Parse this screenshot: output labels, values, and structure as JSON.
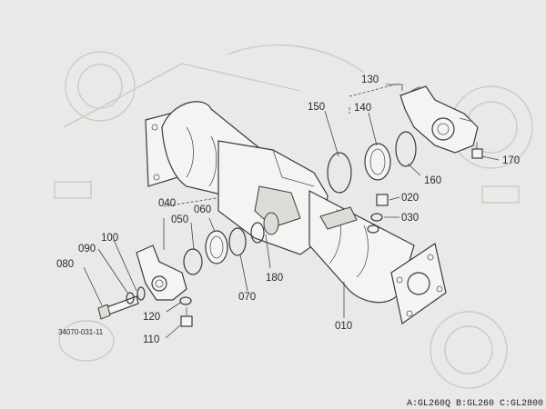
{
  "figure": {
    "id": "34070-031-11",
    "model_note": "A:GL260Q B:GL260 C:GL2800"
  },
  "parts": [
    {
      "key": "p130",
      "label": "130"
    },
    {
      "key": "p150",
      "label": "150"
    },
    {
      "key": "p140",
      "label": "140"
    },
    {
      "key": "p160",
      "label": "160"
    },
    {
      "key": "p170",
      "label": "170"
    },
    {
      "key": "p020",
      "label": "020"
    },
    {
      "key": "p030",
      "label": "030"
    },
    {
      "key": "p040",
      "label": "040"
    },
    {
      "key": "p050",
      "label": "050"
    },
    {
      "key": "p060",
      "label": "060"
    },
    {
      "key": "p100",
      "label": "100"
    },
    {
      "key": "p090",
      "label": "090"
    },
    {
      "key": "p080",
      "label": "080"
    },
    {
      "key": "p120",
      "label": "120"
    },
    {
      "key": "p110",
      "label": "110"
    },
    {
      "key": "p070",
      "label": "070"
    },
    {
      "key": "p180",
      "label": "180"
    },
    {
      "key": "p010",
      "label": "010"
    }
  ]
}
